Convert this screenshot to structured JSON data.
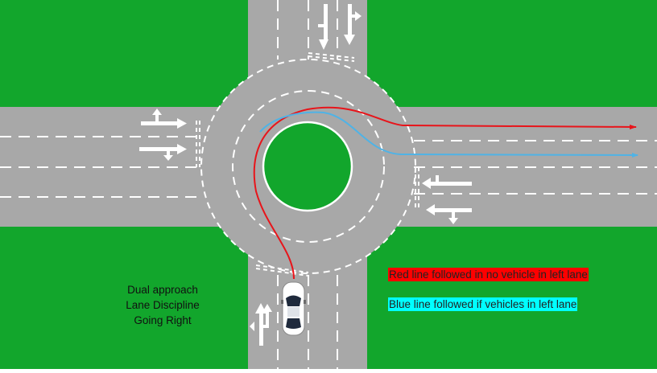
{
  "caption": {
    "line1": "Dual approach",
    "line2": "Lane Discipline",
    "line3": "Going Right"
  },
  "legend": {
    "red_label": "Red line followed in no vehicle in left lane",
    "blue_label": "Blue line followed if vehicles in left lane"
  },
  "colors": {
    "grass": "#12a62c",
    "road": "#a8a8a8",
    "marking": "#ffffff",
    "red_path": "#e8141a",
    "blue_path": "#4fb3e6",
    "red_highlight": "#ff0000",
    "blue_highlight": "#00ffff"
  },
  "icons": {
    "car": "car-top-view-icon",
    "arrows": [
      "straight-left-arrow-icon",
      "straight-right-arrow-icon",
      "left-turn-arrow-icon",
      "straight-arrow-icon"
    ]
  }
}
